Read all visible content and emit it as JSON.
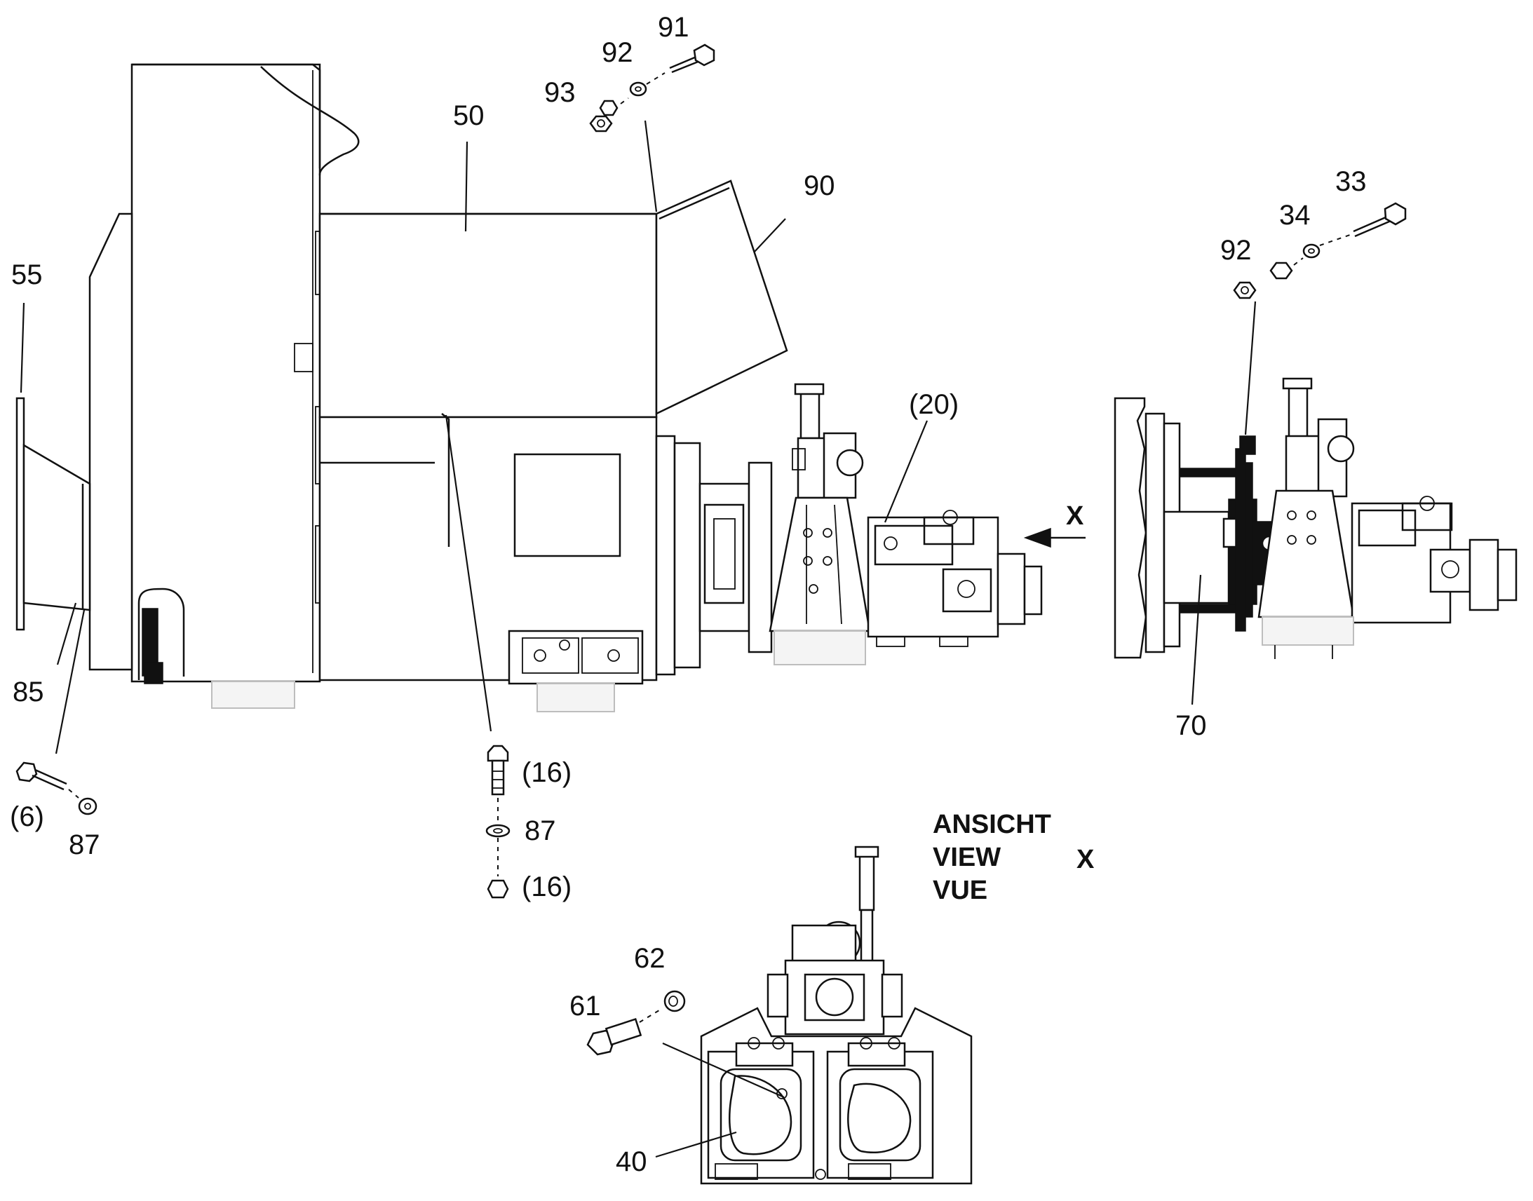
{
  "labels": {
    "l55": "55",
    "l85": "85",
    "l6": "(6)",
    "l87a": "87",
    "l50": "50",
    "l93": "93",
    "l92a": "92",
    "l91": "91",
    "l90": "90",
    "l20": "(20)",
    "l16a": "(16)",
    "l87b": "87",
    "l16b": "(16)",
    "x_arrow": "X",
    "l33": "33",
    "l34": "34",
    "l92b": "92",
    "l70": "70",
    "l62": "62",
    "l61": "61",
    "l40": "40"
  },
  "view_caption": {
    "line1": "ANSICHT",
    "line2": "VIEW",
    "line3": "VUE",
    "letter": "X"
  }
}
